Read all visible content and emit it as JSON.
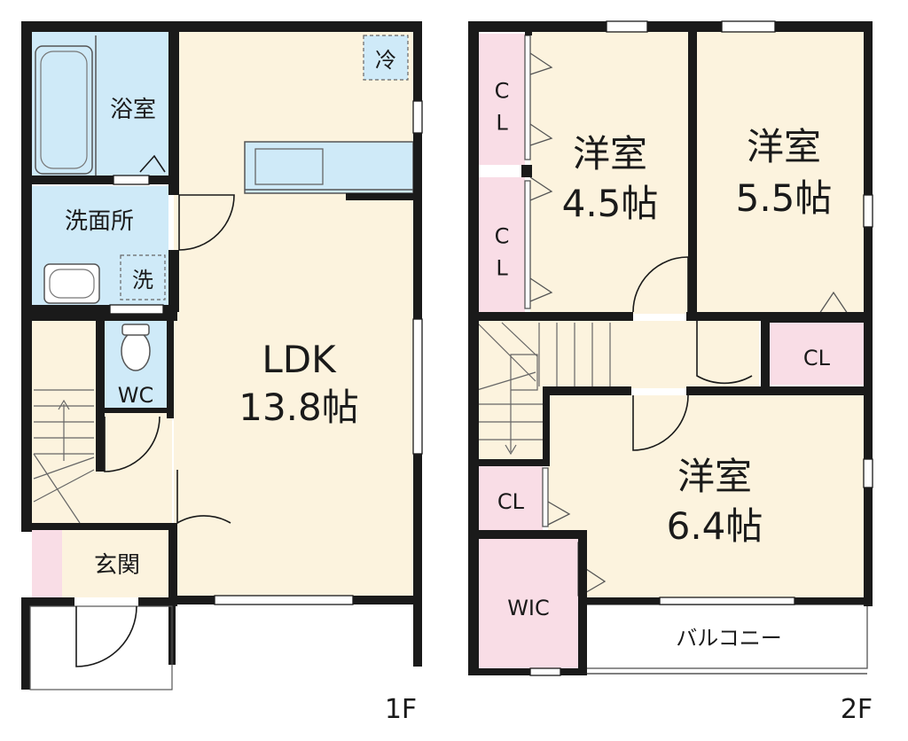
{
  "floors": [
    {
      "label": "1F",
      "rooms": [
        {
          "name": "LDK",
          "size": "13.8帖"
        },
        {
          "name": "浴室"
        },
        {
          "name": "洗面所"
        },
        {
          "name": "WC"
        },
        {
          "name": "玄関"
        }
      ],
      "fixtures": {
        "fridge": "冷",
        "washer": "洗"
      }
    },
    {
      "label": "2F",
      "rooms": [
        {
          "name": "洋室",
          "size": "4.5帖"
        },
        {
          "name": "洋室",
          "size": "5.5帖"
        },
        {
          "name": "洋室",
          "size": "6.4帖"
        },
        {
          "name": "バルコニー"
        }
      ],
      "storage": [
        {
          "label": "C\nL"
        },
        {
          "label": "C\nL"
        },
        {
          "label": "CL"
        },
        {
          "label": "CL"
        },
        {
          "label": "WIC"
        }
      ]
    }
  ],
  "colors": {
    "room_floor": "#fcf3de",
    "water_area": "#cfeaf8",
    "storage": "#f9dde6",
    "wall": "#1a1a1a"
  }
}
